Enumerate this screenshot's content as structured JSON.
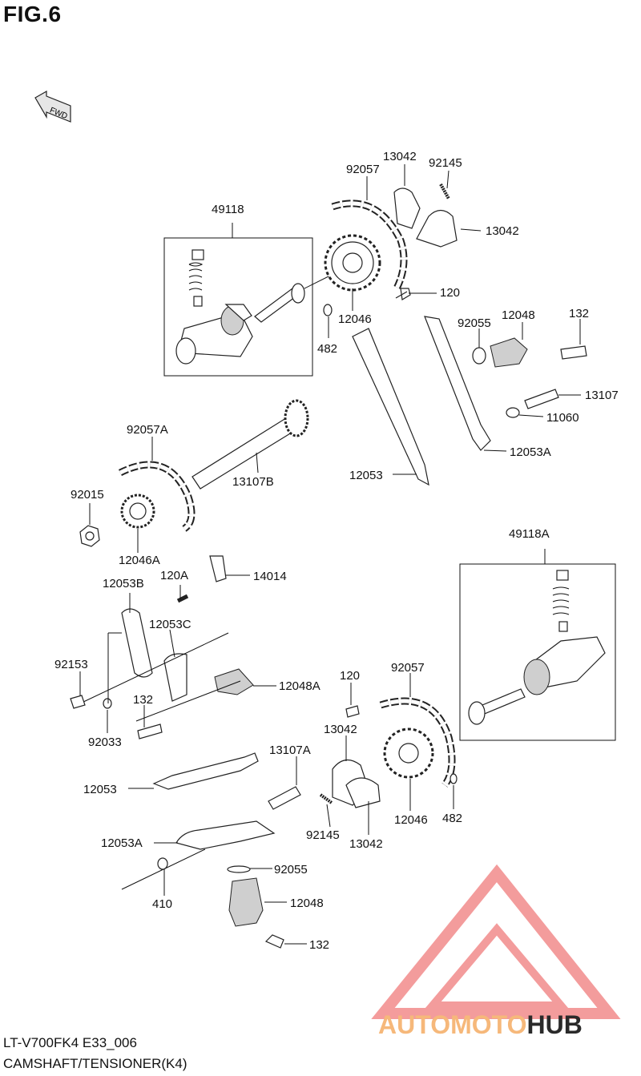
{
  "figure": {
    "title": "FIG.6"
  },
  "direction": {
    "label": "FWD"
  },
  "labels": {
    "l49118": "49118",
    "l92057_top": "92057",
    "l13042_top": "13042",
    "l92145_top": "92145",
    "l13042_right": "13042",
    "l120_top": "120",
    "l12046_top": "12046",
    "l482_top": "482",
    "l92055_top": "92055",
    "l12048_top": "12048",
    "l132_top": "132",
    "l13107": "13107",
    "l11060": "11060",
    "l12053A_top": "12053A",
    "l12053_top": "12053",
    "l92057A": "92057A",
    "l13107B": "13107B",
    "l92015": "92015",
    "l12046A": "12046A",
    "l120A": "120A",
    "l14014": "14014",
    "l12053B": "12053B",
    "l12053C": "12053C",
    "l92153": "92153",
    "l12048A": "12048A",
    "l132_mid": "132",
    "l92033": "92033",
    "l49118A": "49118A",
    "l120_mid": "120",
    "l92057_mid": "92057",
    "l13042_mid": "13042",
    "l13107A": "13107A",
    "l12053_bot": "12053",
    "l12046_bot": "12046",
    "l482_bot": "482",
    "l92145_bot": "92145",
    "l13042_bot": "13042",
    "l12053A_bot": "12053A",
    "l92055_bot": "92055",
    "l410": "410",
    "l12048_bot": "12048",
    "l132_bot": "132"
  },
  "watermark": {
    "text_a": "AUTO",
    "text_b": "MOTO",
    "text_c": "HUB",
    "color_a": "#f6b87a",
    "color_b": "#f6b87a",
    "color_c": "#2a2a2a",
    "logo_color": "#f28b8b"
  },
  "footer": {
    "model": "LT-V700FK4 E33_006",
    "caption": "CAMSHAFT/TENSIONER(K4)"
  }
}
